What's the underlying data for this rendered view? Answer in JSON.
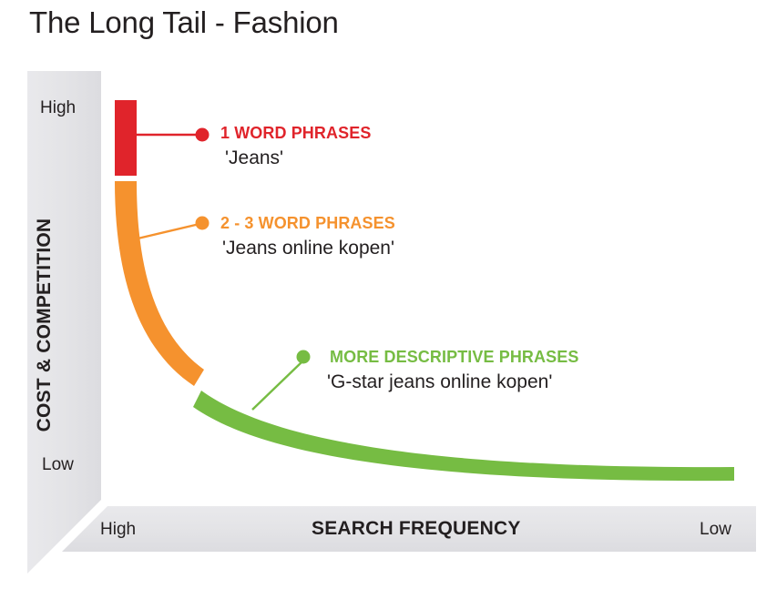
{
  "title": "The Long Tail - Fashion",
  "axes": {
    "y": {
      "title": "COST & COMPETITION",
      "high_label": "High",
      "low_label": "Low"
    },
    "x": {
      "title": "SEARCH FREQUENCY",
      "high_label": "High",
      "low_label": "Low"
    }
  },
  "annotations": [
    {
      "heading": "1 WORD PHRASES",
      "example": "'Jeans'",
      "color": "#e0242b"
    },
    {
      "heading": "2 - 3 WORD PHRASES",
      "example": "'Jeans online kopen'",
      "color": "#f5922e"
    },
    {
      "heading": "MORE DESCRIPTIVE PHRASES",
      "example": "'G-star jeans online kopen'",
      "color": "#76bc43"
    }
  ],
  "colors": {
    "head_red": "#e0242b",
    "mid_orange": "#f5922e",
    "tail_green": "#76bc43",
    "panel_gray": "#e6e6e8",
    "text_dark": "#231f20",
    "background": "#ffffff"
  },
  "chart_data": {
    "type": "area",
    "title": "The Long Tail - Fashion",
    "xlabel": "SEARCH FREQUENCY",
    "ylabel": "COST & COMPETITION",
    "xlim": [
      "High",
      "Low"
    ],
    "ylim": [
      "Low",
      "High"
    ],
    "grid": false,
    "legend": "inline-callouts",
    "description": "A long-tail power curve split into three colored segments: a tall red head, an orange steep descent, and a long flat green tail.",
    "segments": [
      {
        "name": "1 WORD PHRASES",
        "color": "#e0242b",
        "example": "'Jeans'",
        "search_frequency": "High",
        "cost_competition": "High",
        "x_range": [
          0.0,
          0.04
        ],
        "y_range": [
          0.78,
          1.0
        ]
      },
      {
        "name": "2 - 3 WORD PHRASES",
        "color": "#f5922e",
        "example": "'Jeans online kopen'",
        "search_frequency": "Medium",
        "cost_competition": "Medium",
        "x_range": [
          0.02,
          0.2
        ],
        "y_range": [
          0.22,
          0.74
        ]
      },
      {
        "name": "MORE DESCRIPTIVE PHRASES",
        "color": "#76bc43",
        "example": "'G-star jeans online kopen'",
        "search_frequency": "Low",
        "cost_competition": "Low",
        "x_range": [
          0.2,
          1.0
        ],
        "y_range": [
          0.02,
          0.22
        ]
      }
    ],
    "curve_points": [
      {
        "x": 0.0,
        "y": 1.0
      },
      {
        "x": 0.03,
        "y": 0.78
      },
      {
        "x": 0.05,
        "y": 0.62
      },
      {
        "x": 0.09,
        "y": 0.44
      },
      {
        "x": 0.14,
        "y": 0.31
      },
      {
        "x": 0.2,
        "y": 0.23
      },
      {
        "x": 0.32,
        "y": 0.15
      },
      {
        "x": 0.5,
        "y": 0.09
      },
      {
        "x": 0.72,
        "y": 0.05
      },
      {
        "x": 1.0,
        "y": 0.03
      }
    ]
  }
}
